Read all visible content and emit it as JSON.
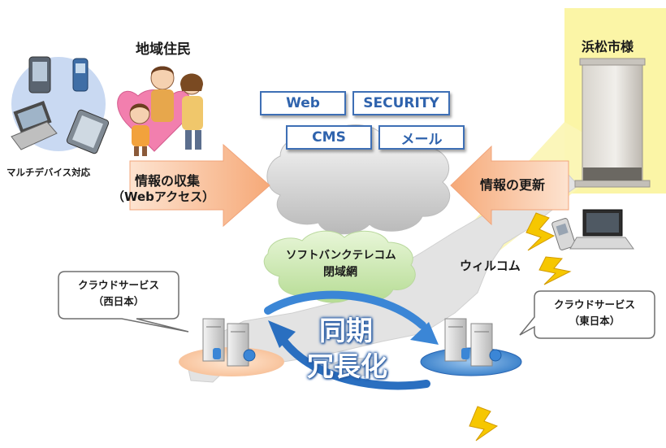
{
  "residents": {
    "label": "地域住民"
  },
  "devices": {
    "label": "マルチデバイス対応"
  },
  "collect": {
    "line1": "情報の収集",
    "line2": "（Webアクセス）"
  },
  "services": {
    "web": "Web",
    "security": "SECURITY",
    "cms": "CMS",
    "mail": "メール"
  },
  "city": {
    "label": "浜松市様"
  },
  "update": {
    "label": "情報の更新"
  },
  "network": {
    "line1": "ソフトバンクテレコム",
    "line2": "閉域網"
  },
  "willcom": {
    "label": "ウィルコム"
  },
  "west": {
    "line1": "クラウドサービス",
    "line2": "（西日本）"
  },
  "east": {
    "line1": "クラウドサービス",
    "line2": "（東日本）"
  },
  "sync": {
    "line1": "同期",
    "line2": "冗長化"
  },
  "colors": {
    "service_border": "#3e6fb5",
    "arrow_orange": "#f7b58a",
    "highlight_yellow": "#fbf5a6",
    "sync_blue": "#2a6fc0",
    "network_green": "#cdeab0"
  }
}
